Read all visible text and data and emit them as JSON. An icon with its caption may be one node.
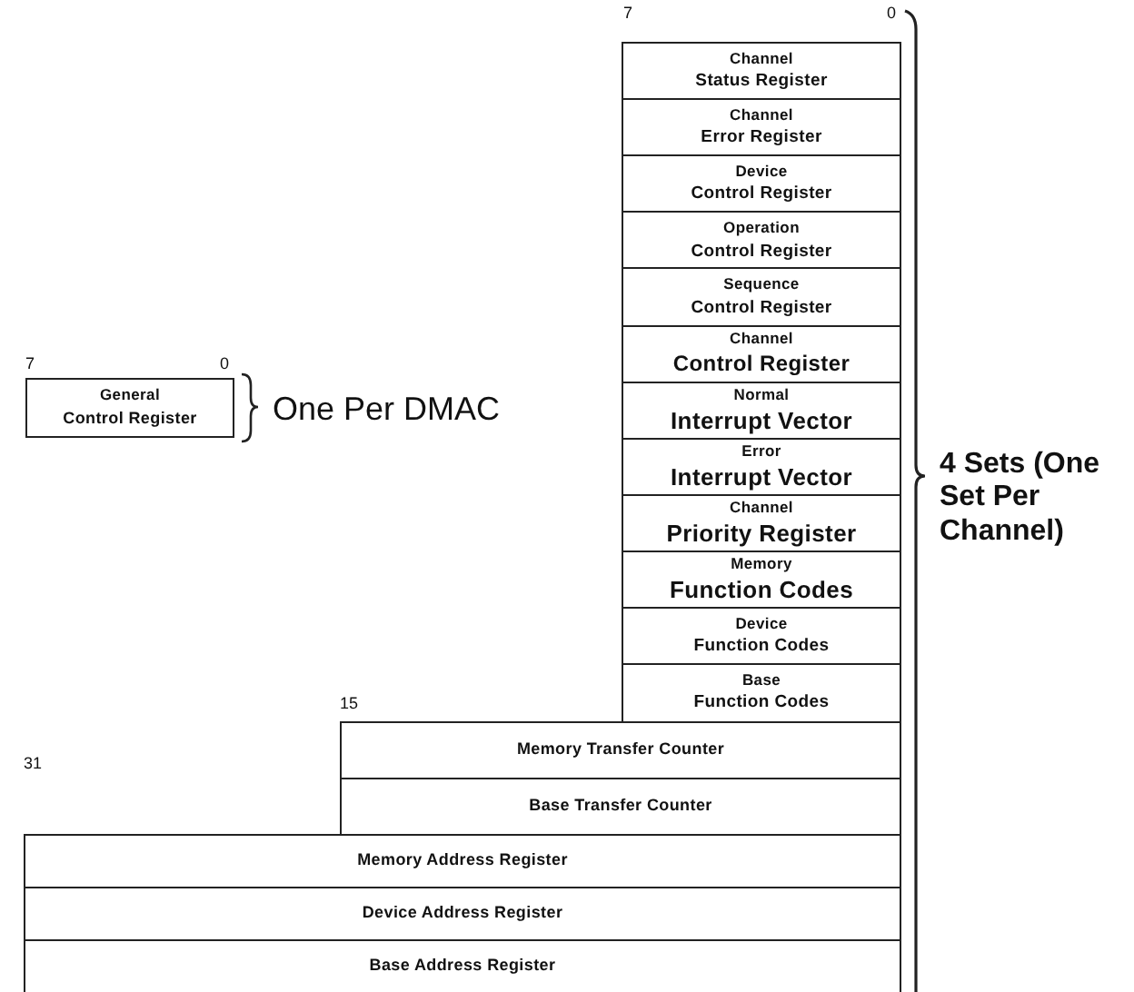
{
  "diagram": {
    "nodes": [
      {
        "text": [
          "General",
          "Control Register"
        ]
      },
      {
        "text": [
          "Channel",
          "Status Register"
        ]
      },
      {
        "text": [
          "Channel",
          "Error Register"
        ]
      },
      {
        "text": [
          "Device",
          "Control Register"
        ]
      },
      {
        "text": [
          "Operation",
          "Control Register"
        ]
      },
      {
        "text": [
          "Sequence",
          "Control Register"
        ]
      },
      {
        "text": [
          "Channel",
          "Control Register"
        ]
      },
      {
        "text": [
          "Normal",
          "Interrupt Vector"
        ]
      },
      {
        "text": [
          "Error",
          "Interrupt Vector"
        ]
      },
      {
        "text": [
          "Channel",
          "Priority Register"
        ]
      },
      {
        "text": [
          "Memory",
          "Function Codes"
        ]
      },
      {
        "text": [
          "Device",
          "Function Codes"
        ]
      },
      {
        "text": [
          "Base",
          "Function Codes"
        ]
      },
      {
        "text": [
          "Memory Transfer Counter"
        ]
      },
      {
        "text": [
          "Base Transfer Counter"
        ]
      },
      {
        "text": [
          "Memory Address Register"
        ]
      },
      {
        "text": [
          "Device Address Register"
        ]
      },
      {
        "text": [
          "Base Address Register"
        ]
      }
    ],
    "labels": [
      "7",
      "0",
      "7",
      "0",
      "One Per DMAC",
      "4 Sets (One Set Per Channel)",
      "15",
      "31"
    ]
  }
}
